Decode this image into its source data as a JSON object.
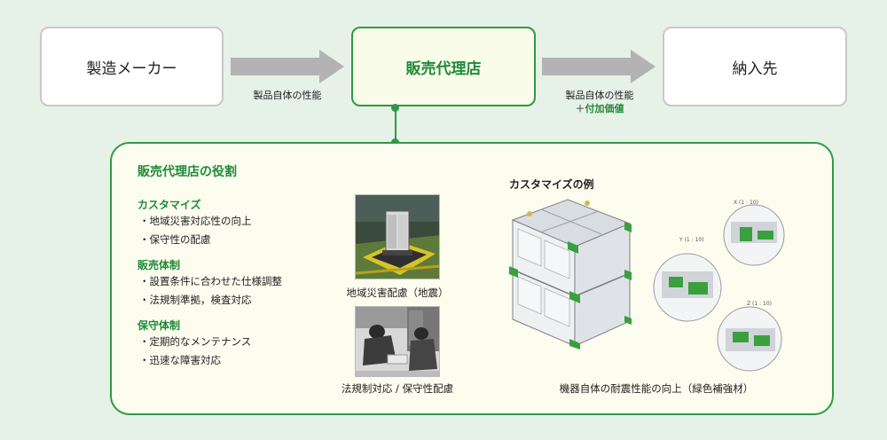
{
  "flow": {
    "maker": "製造メーカー",
    "dealer": "販売代理店",
    "destination": "納入先",
    "arrow1_label": "製品自体の性能",
    "arrow2_label_line1": "製品自体の性能",
    "arrow2_label_plus": "＋",
    "arrow2_label_added": "付加価値"
  },
  "panel": {
    "title": "販売代理店の役割",
    "sections": [
      {
        "title": "カスタマイズ",
        "items": [
          "・地域災害対応性の向上",
          "・保守性の配慮"
        ]
      },
      {
        "title": "販売体制",
        "items": [
          "・設置条件に合わせた仕様調整",
          "・法規制準拠，検査対応"
        ]
      },
      {
        "title": "保守体制",
        "items": [
          "・定期的なメンテナンス",
          "・迅速な障害対応"
        ]
      }
    ],
    "photo1_caption": "地域災害配慮（地震）",
    "photo2_caption": "法規制対応 / 保守性配慮",
    "custom_title": "カスタマイズの例",
    "custom_caption": "機器自体の耐震性能の向上（緑色補強材）",
    "detail_labels": [
      "X (1 : 10)",
      "Y (1 : 10)",
      "Z (1 : 10)"
    ]
  },
  "colors": {
    "accent_green": "#2e9a44",
    "label_green": "#1f8a3a",
    "background": "#e6f1e8",
    "panel_fill": "#fcfdef",
    "arrow_gray": "#b3b3b3"
  }
}
